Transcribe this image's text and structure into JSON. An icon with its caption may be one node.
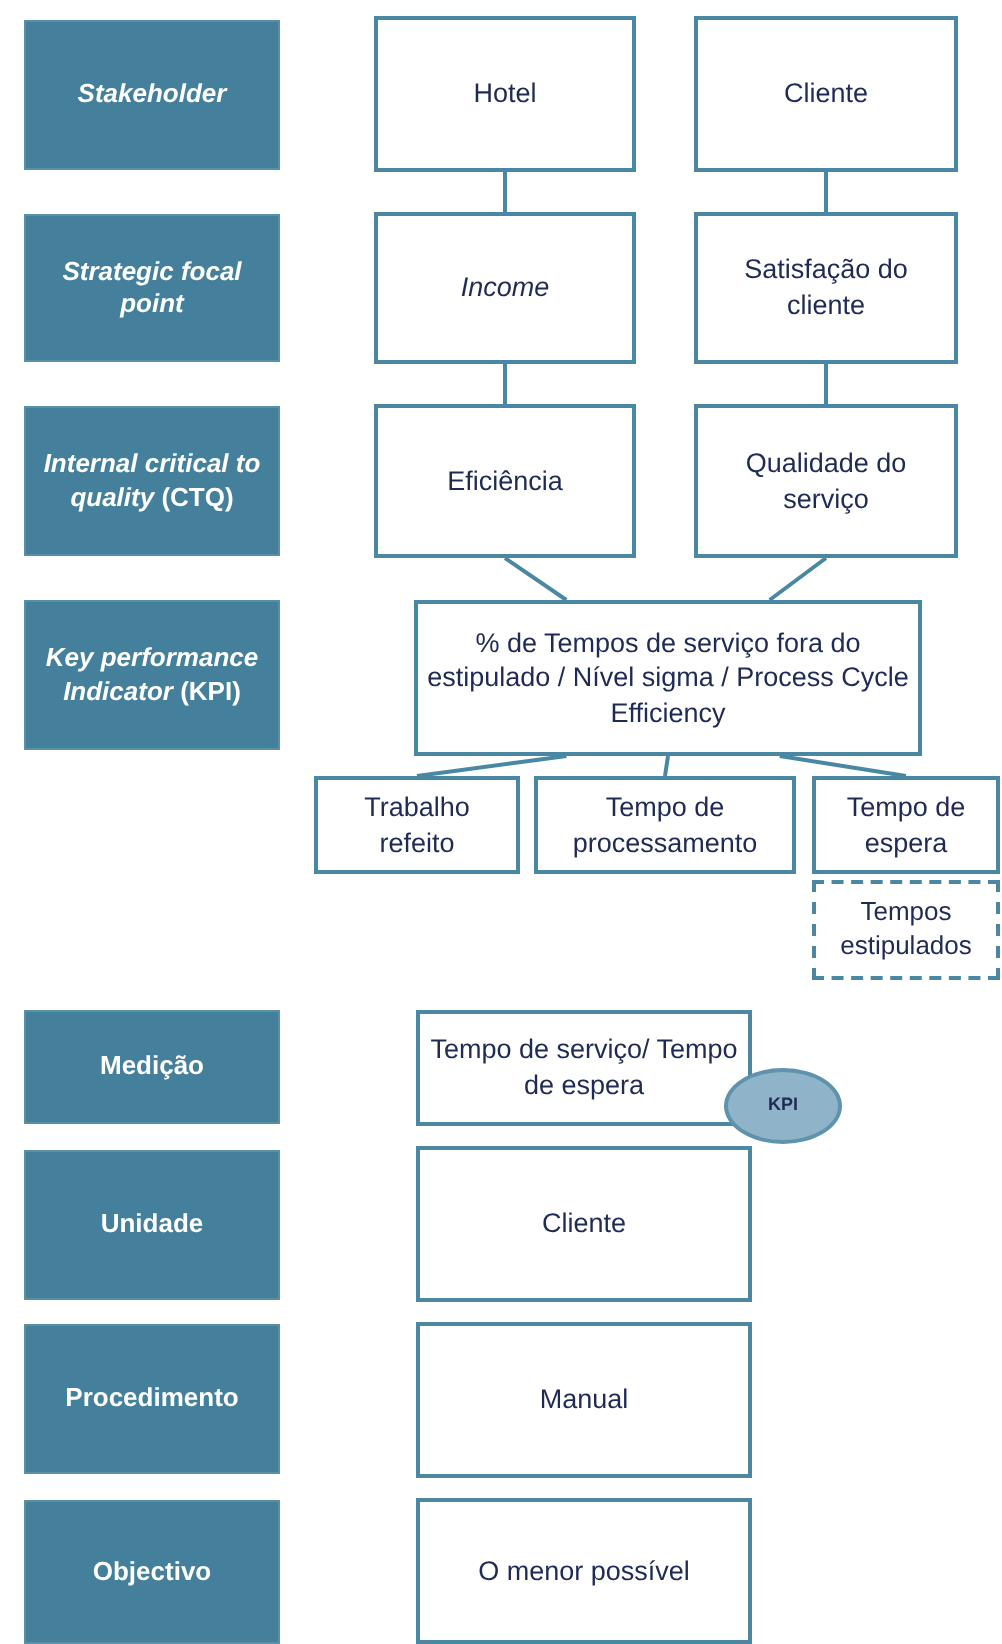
{
  "diagram": {
    "nodes": [
      {
        "text": [
          "Stakeholder"
        ]
      },
      {
        "text": [
          "Hotel"
        ]
      },
      {
        "text": [
          "Cliente"
        ]
      },
      {
        "text": [
          "Strategic focal point"
        ]
      },
      {
        "text": [
          "Income"
        ]
      },
      {
        "text": [
          "Satisfação do cliente"
        ]
      },
      {
        "text": [
          "*Internal critical to quality* (CTQ)"
        ]
      },
      {
        "text": [
          "Eficiência"
        ]
      },
      {
        "text": [
          "Qualidade do serviço"
        ]
      },
      {
        "text": [
          "*Key performance Indicator* (KPI)"
        ]
      },
      {
        "text": [
          "% de Tempos de serviço fora do estipulado / Nível sigma / Process Cycle Efficiency"
        ]
      },
      {
        "text": [
          "Trabalho refeito"
        ]
      },
      {
        "text": [
          "Tempo de processamento"
        ]
      },
      {
        "text": [
          "Tempo de espera"
        ]
      },
      {
        "text": [
          "Tempos estipulados"
        ]
      },
      {
        "text": [
          "Medição"
        ]
      },
      {
        "text": [
          "Tempo de serviço/ Tempo de espera"
        ]
      },
      {
        "text": [
          "KPI"
        ]
      },
      {
        "text": [
          "Unidade"
        ]
      },
      {
        "text": [
          "Cliente"
        ]
      },
      {
        "text": [
          "Procedimento"
        ]
      },
      {
        "text": [
          "Manual"
        ]
      },
      {
        "text": [
          "Objectivo"
        ]
      },
      {
        "text": [
          "O menor possível"
        ]
      }
    ],
    "edges": [
      {
        "from": 1,
        "to": 4,
        "arrow": "none"
      },
      {
        "from": 2,
        "to": 5,
        "arrow": "none"
      },
      {
        "from": 4,
        "to": 7,
        "arrow": "none"
      },
      {
        "from": 5,
        "to": 8,
        "arrow": "none"
      },
      {
        "from": 7,
        "to": 10,
        "arrow": "none"
      },
      {
        "from": 8,
        "to": 10,
        "arrow": "none"
      },
      {
        "from": 10,
        "to": 11,
        "arrow": "none"
      },
      {
        "from": 10,
        "to": 12,
        "arrow": "none"
      },
      {
        "from": 10,
        "to": 13,
        "arrow": "none"
      }
    ]
  }
}
